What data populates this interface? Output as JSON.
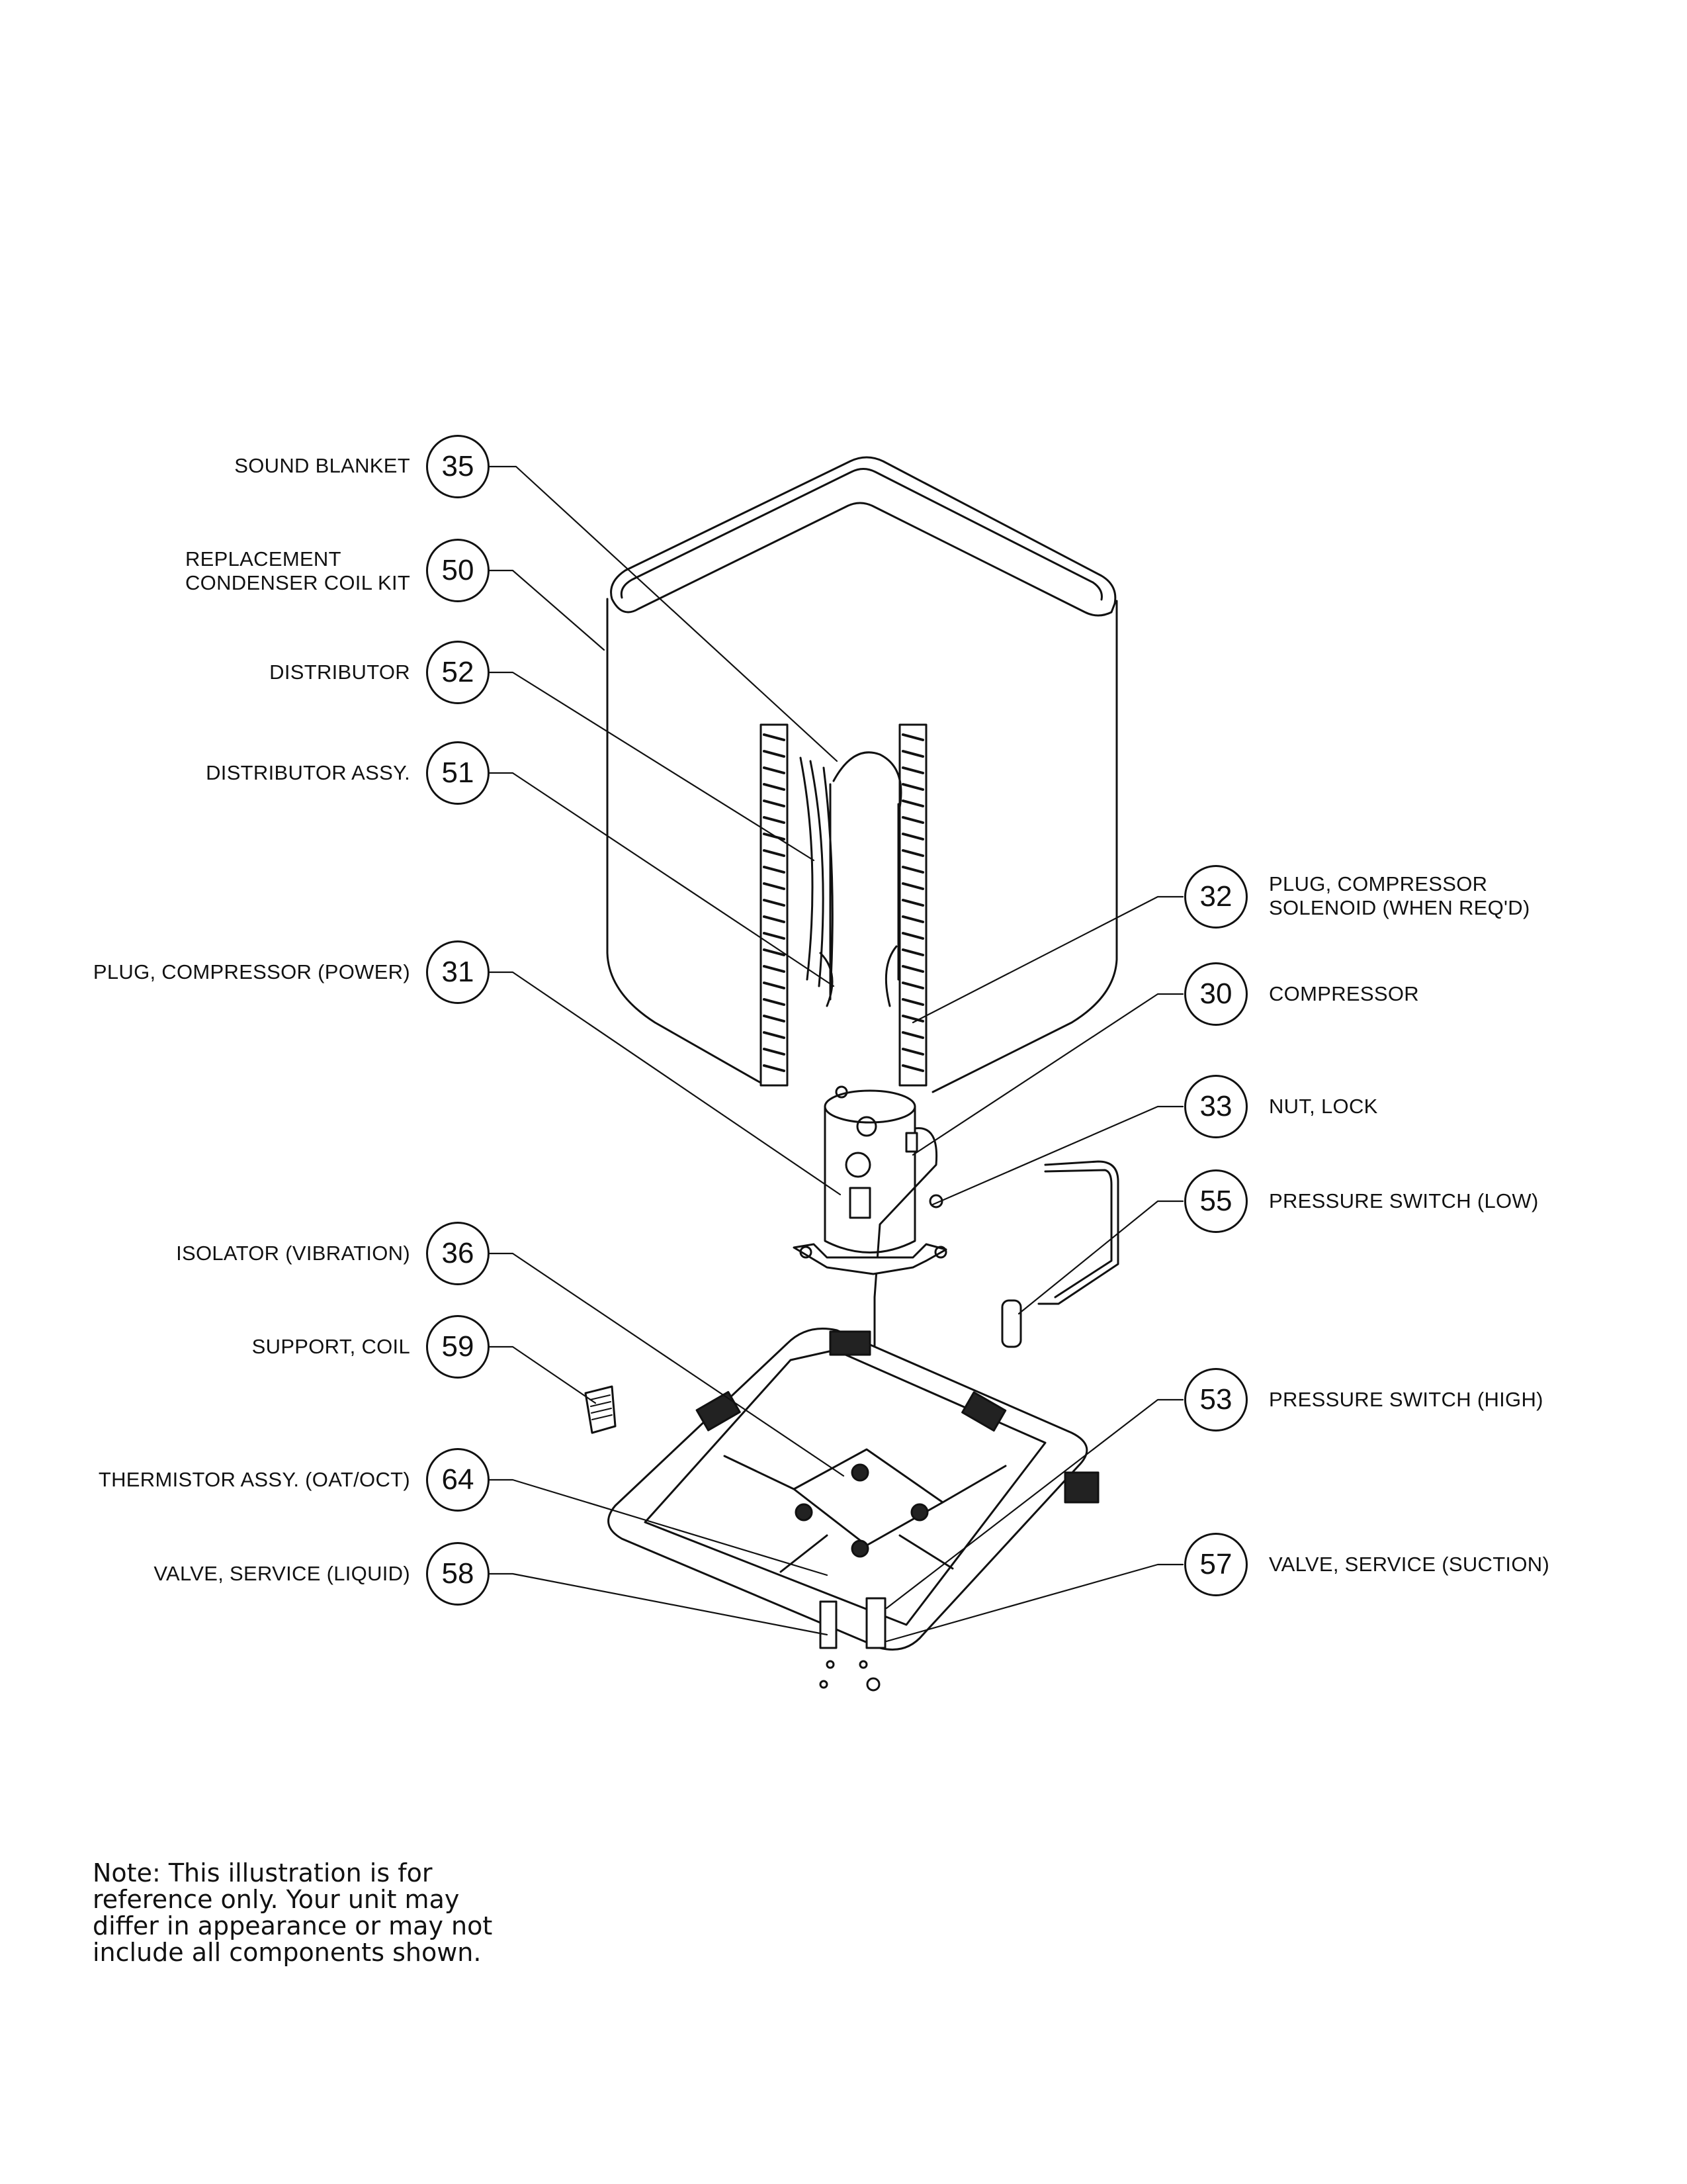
{
  "callouts": [
    {
      "id": "35",
      "label": [
        "SOUND BLANKET"
      ],
      "side": "left"
    },
    {
      "id": "50",
      "label": [
        "REPLACEMENT",
        "CONDENSER COIL KIT"
      ],
      "side": "left"
    },
    {
      "id": "52",
      "label": [
        "DISTRIBUTOR"
      ],
      "side": "left"
    },
    {
      "id": "51",
      "label": [
        "DISTRIBUTOR ASSY."
      ],
      "side": "left"
    },
    {
      "id": "31",
      "label": [
        "PLUG, COMPRESSOR (POWER)"
      ],
      "side": "left"
    },
    {
      "id": "36",
      "label": [
        "ISOLATOR (VIBRATION)"
      ],
      "side": "left"
    },
    {
      "id": "59",
      "label": [
        "SUPPORT, COIL"
      ],
      "side": "left"
    },
    {
      "id": "64",
      "label": [
        "THERMISTOR ASSY. (OAT/OCT)"
      ],
      "side": "left"
    },
    {
      "id": "58",
      "label": [
        "VALVE, SERVICE (LIQUID)"
      ],
      "side": "left"
    },
    {
      "id": "32",
      "label": [
        "PLUG, COMPRESSOR",
        "SOLENOID (WHEN REQ'D)"
      ],
      "side": "right"
    },
    {
      "id": "30",
      "label": [
        "COMPRESSOR"
      ],
      "side": "right"
    },
    {
      "id": "33",
      "label": [
        "NUT, LOCK"
      ],
      "side": "right"
    },
    {
      "id": "55",
      "label": [
        "PRESSURE SWITCH (LOW)"
      ],
      "side": "right"
    },
    {
      "id": "53",
      "label": [
        "PRESSURE SWITCH (HIGH)"
      ],
      "side": "right"
    },
    {
      "id": "57",
      "label": [
        "VALVE, SERVICE (SUCTION)"
      ],
      "side": "right"
    }
  ],
  "note": {
    "lines": [
      "Note: This illustration is for",
      "reference only. Your unit may",
      "differ in appearance or may not",
      "include all components shown."
    ]
  }
}
